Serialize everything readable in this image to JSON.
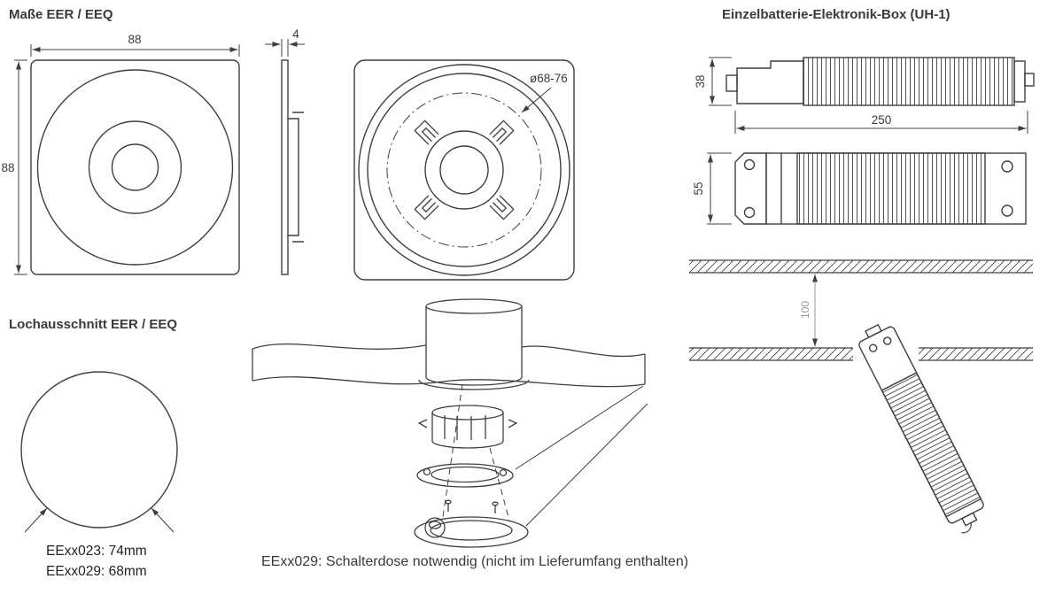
{
  "colors": {
    "background": "#ffffff",
    "line": "#3f3f3f",
    "dim_muted": "#9a9a9a"
  },
  "headings": {
    "dimensions": "Maße EER / EEQ",
    "electronics_box": "Einzelbatterie-Elektronik-Box (UH-1)",
    "cutout": "Lochausschnitt EER / EEQ"
  },
  "dims": {
    "front_width": "88",
    "front_height": "88",
    "side_depth": "4",
    "mount_circle": "ø68-76",
    "box_height": "38",
    "box_length": "250",
    "box_width": "55",
    "ceiling_clearance": "100"
  },
  "cutout": {
    "line1": "EExx023: 74mm",
    "line2": "EExx029: 68mm"
  },
  "note": {
    "text": "EExx029: Schalterdose notwendig (nicht im Lieferumfang enthalten)"
  }
}
